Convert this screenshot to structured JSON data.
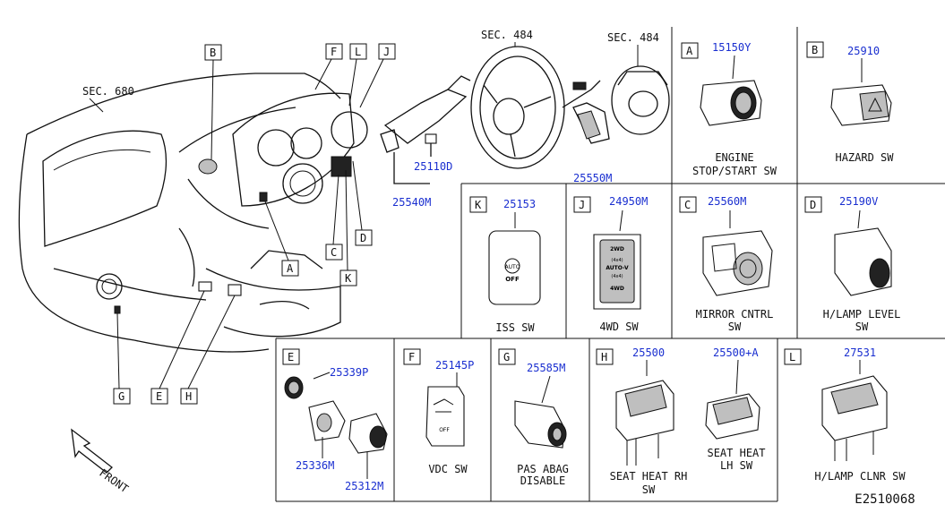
{
  "diagram": {
    "sec_680": "SEC. 680",
    "sec_484_a": "SEC. 484",
    "sec_484_b": "SEC. 484",
    "front": "FRONT",
    "ref_code": "E2510068",
    "callouts": {
      "A": "A",
      "B": "B",
      "C": "C",
      "D": "D",
      "E": "E",
      "F": "F",
      "G": "G",
      "H": "H",
      "J": "J",
      "K": "K",
      "L": "L"
    },
    "part_25540M": "25540M",
    "part_25110D": "25110D",
    "part_25550M": "25550M"
  },
  "panels": {
    "A": {
      "tag": "A",
      "part": "15150Y",
      "caption": [
        "ENGINE",
        "STOP/START SW"
      ]
    },
    "B": {
      "tag": "B",
      "part": "25910",
      "caption": [
        "HAZARD SW"
      ]
    },
    "K": {
      "tag": "K",
      "part": "25153",
      "caption": [
        "ISS SW"
      ],
      "face": [
        "AUTO",
        "OFF"
      ]
    },
    "J": {
      "tag": "J",
      "part": "24950M",
      "caption": [
        "4WD SW"
      ],
      "face": [
        "2WD",
        "(4x4)",
        "AUTO-V",
        "(4x4)",
        "4WD"
      ]
    },
    "C": {
      "tag": "C",
      "part": "25560M",
      "caption": [
        "MIRROR CNTRL",
        "SW"
      ]
    },
    "D": {
      "tag": "D",
      "part": "25190V",
      "caption": [
        "H/LAMP LEVEL",
        "SW"
      ]
    },
    "E": {
      "tag": "E",
      "parts": [
        "25339P",
        "25336M",
        "25312M"
      ]
    },
    "F": {
      "tag": "F",
      "part": "25145P",
      "caption": [
        "VDC SW"
      ],
      "face": [
        "OFF"
      ]
    },
    "G": {
      "tag": "G",
      "part": "25585M",
      "caption": [
        "PAS ABAG",
        "DISABLE"
      ]
    },
    "H": {
      "tag": "H",
      "parts": [
        "25500",
        "25500+A"
      ],
      "caption_rh": [
        "SEAT HEAT RH",
        "SW"
      ],
      "caption_lh": [
        "SEAT HEAT",
        "LH SW"
      ]
    },
    "L": {
      "tag": "L",
      "part": "27531",
      "caption": [
        "H/LAMP CLNR SW"
      ]
    }
  }
}
